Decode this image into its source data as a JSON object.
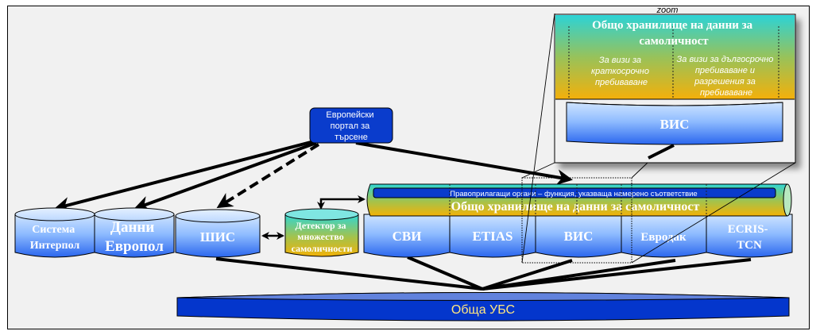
{
  "zoom_label": "zoom",
  "portal": {
    "lines": [
      "Европейски",
      "портал за",
      "търсене"
    ]
  },
  "left_systems": [
    {
      "id": "interpol",
      "lines": [
        "Система",
        "Интерпол"
      ]
    },
    {
      "id": "europol",
      "lines": [
        "Данни",
        "Европол"
      ]
    },
    {
      "id": "sis",
      "lines": [
        "ШИС"
      ]
    }
  ],
  "detector": {
    "lines": [
      "Детектор за",
      "множество",
      "самоличности"
    ]
  },
  "identity_repo": {
    "title": "Общо хранилище на  данни за самоличност",
    "law_enforcement_bar": "Правоприлагащи органи – функция, указваща намерено съответствие"
  },
  "right_systems": [
    {
      "id": "ees",
      "lines": [
        "СВИ"
      ]
    },
    {
      "id": "etias",
      "lines": [
        "ETIAS"
      ]
    },
    {
      "id": "vis",
      "lines": [
        "ВИС"
      ]
    },
    {
      "id": "eurodac",
      "lines": [
        "Евродак"
      ]
    },
    {
      "id": "ecris",
      "lines": [
        "ECRIS-",
        "TCN"
      ]
    }
  ],
  "zoom_panel": {
    "title_lines": [
      "Общо хранилище на  данни за",
      "самоличност"
    ],
    "col_left_lines": [
      "За визи за",
      "краткосрочно",
      "пребиваване"
    ],
    "col_right_lines": [
      "За визи за дългосрочно",
      "пребиваване и",
      "разрешения за",
      "пребиваване"
    ],
    "db_label": "ВИС"
  },
  "bms": {
    "label": "Обща УБС"
  },
  "colors": {
    "background": "#f1f1f1",
    "db_blue_top": "#c8e0ff",
    "db_blue_bottom": "#2a68f0",
    "portal_fill": "#0a3ccc",
    "teal": "#2fd4d0",
    "amber": "#f0b00a",
    "bms_fill": "#0033cc",
    "bms_top": "#5f80dd",
    "bms_text": "#ffe680"
  }
}
